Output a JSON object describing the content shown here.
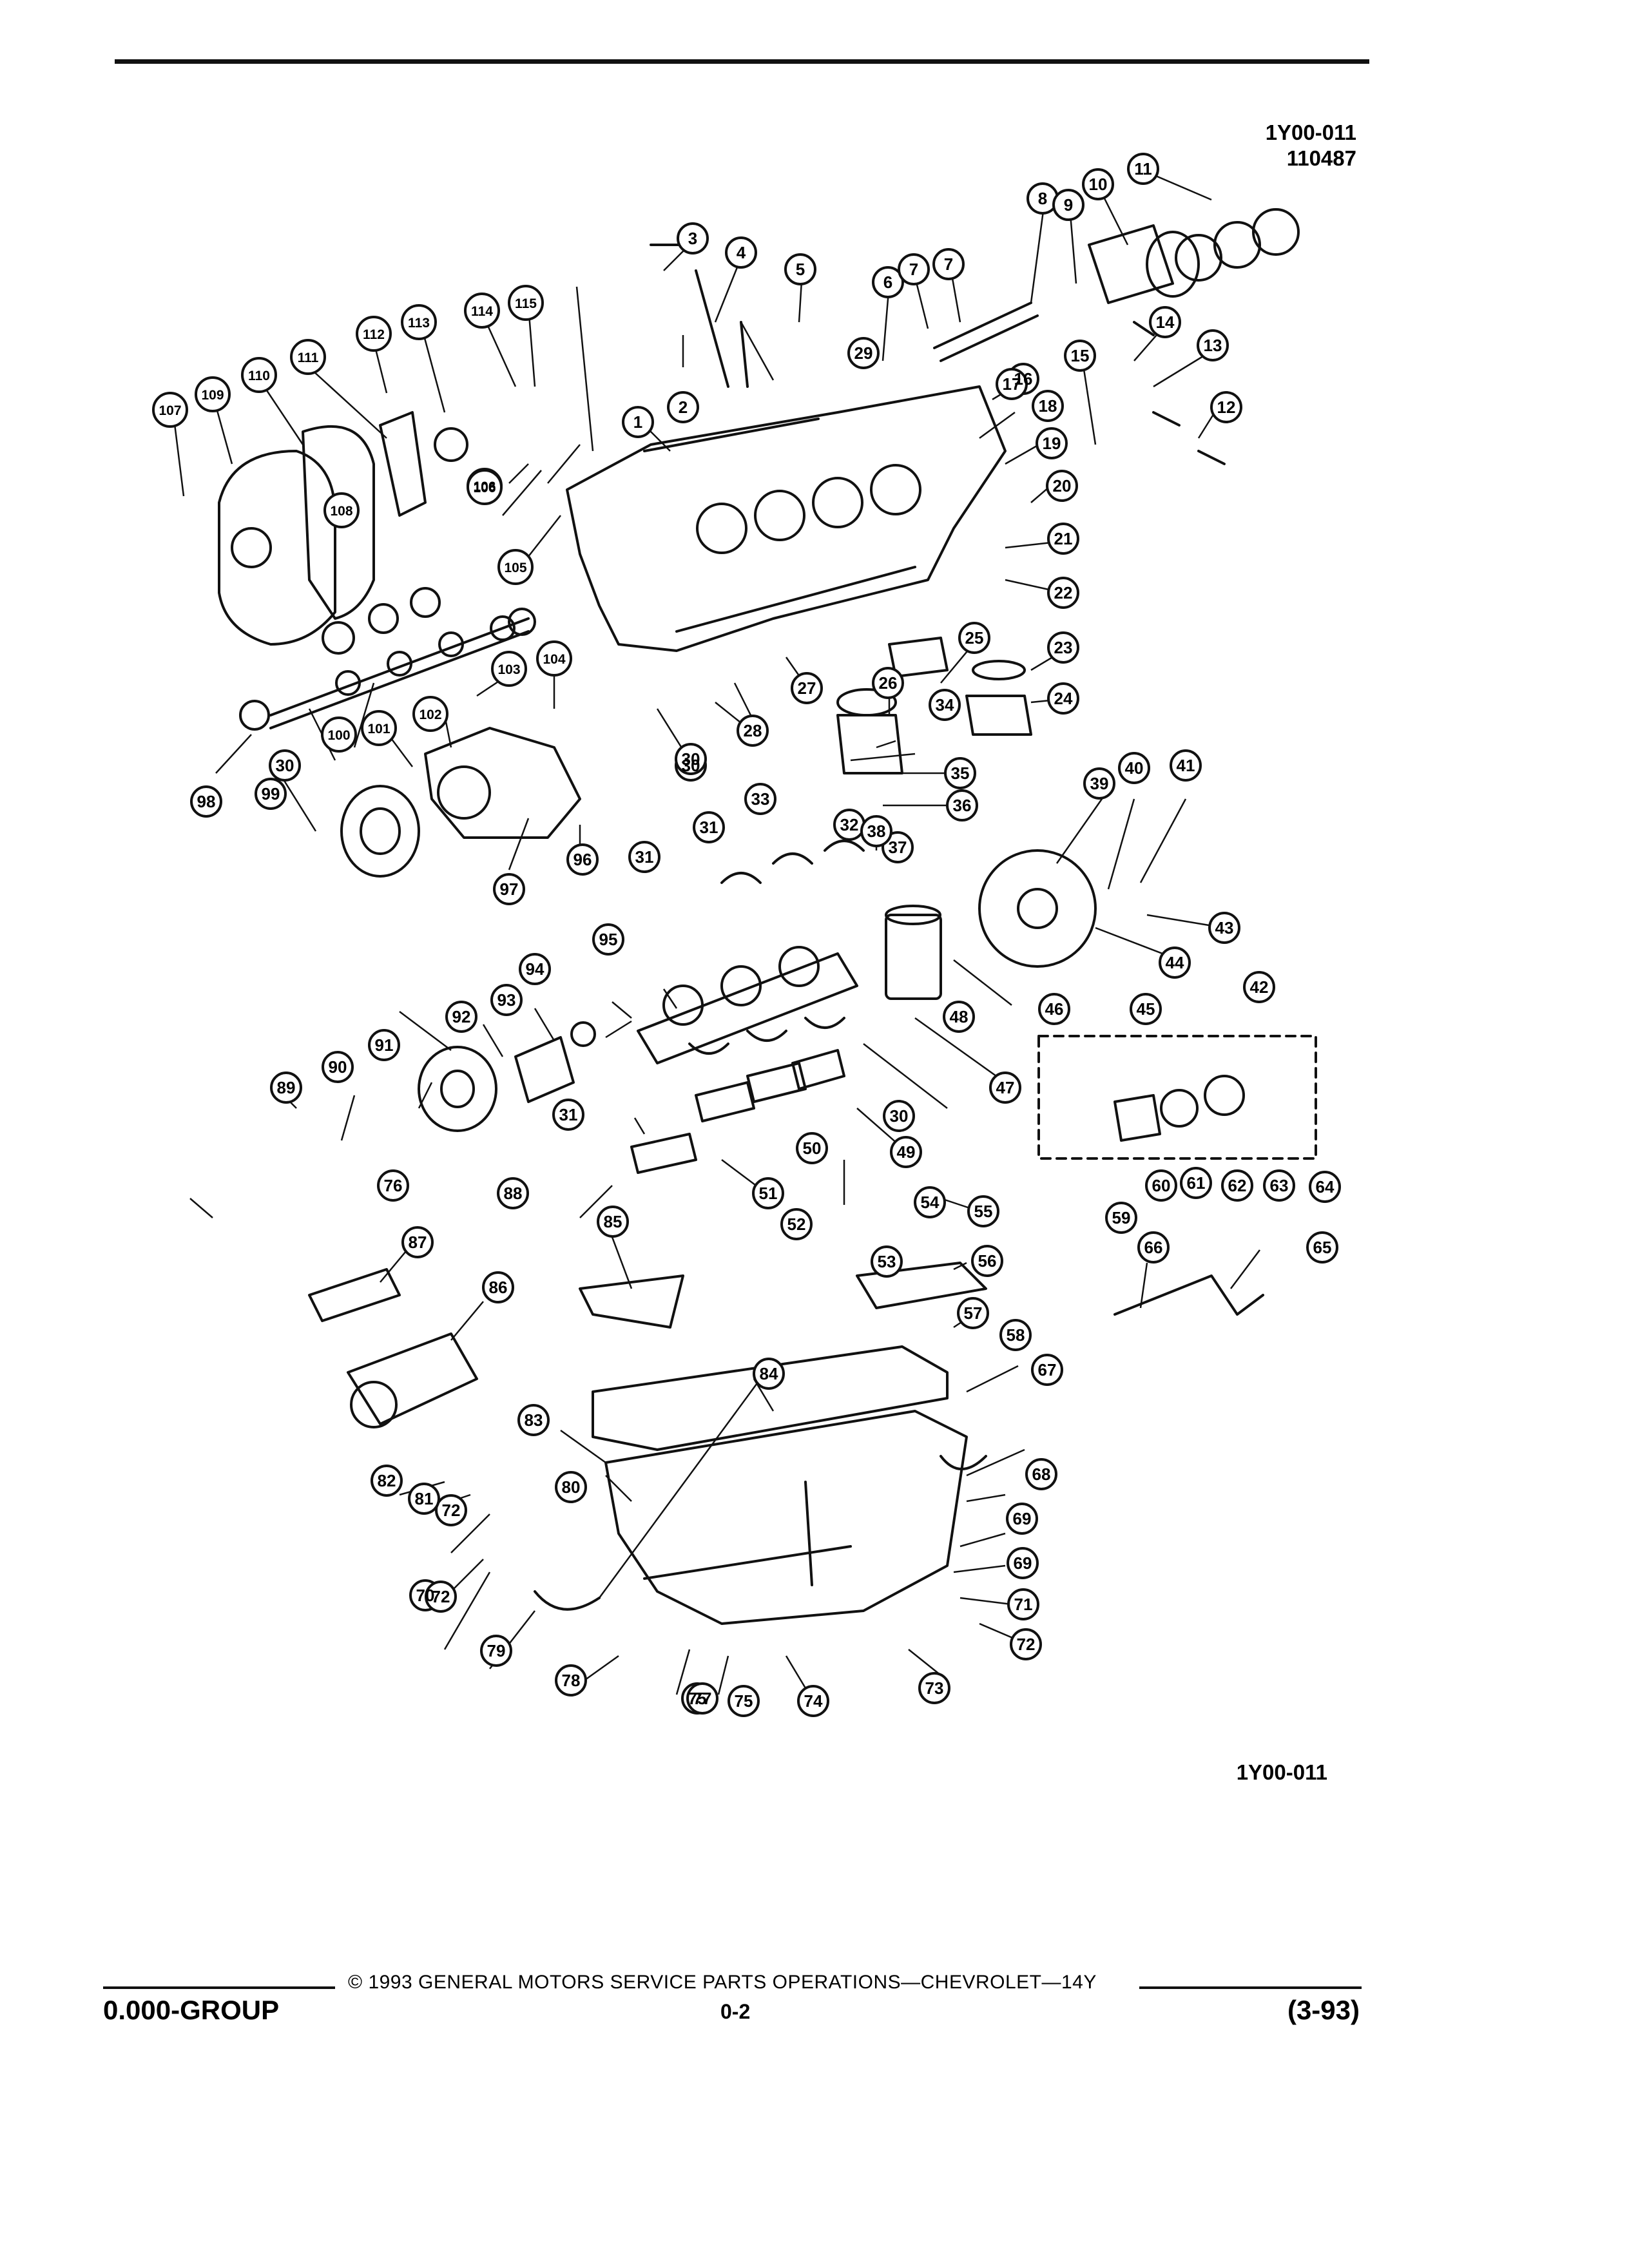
{
  "header": {
    "code": "1Y00-011",
    "number": "110487"
  },
  "diagram": {
    "callouts": [
      "1",
      "2",
      "3",
      "4",
      "5",
      "6",
      "7",
      "7",
      "8",
      "9",
      "10",
      "11",
      "12",
      "13",
      "14",
      "15",
      "16",
      "17",
      "18",
      "19",
      "20",
      "21",
      "22",
      "23",
      "24",
      "25",
      "26",
      "27",
      "28",
      "29",
      "30",
      "30",
      "30",
      "30",
      "31",
      "31",
      "31",
      "32",
      "33",
      "34",
      "35",
      "36",
      "37",
      "38",
      "39",
      "40",
      "41",
      "42",
      "43",
      "44",
      "45",
      "46",
      "47",
      "48",
      "49",
      "50",
      "51",
      "52",
      "53",
      "54",
      "55",
      "56",
      "57",
      "58",
      "59",
      "60",
      "61",
      "62",
      "63",
      "64",
      "65",
      "66",
      "67",
      "68",
      "69",
      "69",
      "70",
      "71",
      "72",
      "72",
      "72",
      "73",
      "74",
      "75",
      "75",
      "76",
      "77",
      "78",
      "79",
      "80",
      "81",
      "82",
      "83",
      "84",
      "85",
      "86",
      "87",
      "88",
      "89",
      "90",
      "91",
      "92",
      "93",
      "94",
      "95",
      "96",
      "97",
      "98",
      "99",
      "100",
      "101",
      "102",
      "103",
      "104",
      "105",
      "106",
      "106",
      "107",
      "108",
      "109",
      "110",
      "111",
      "112",
      "113",
      "114",
      "115"
    ],
    "footer_code": "1Y00-011"
  },
  "footer": {
    "copyright": "© 1993 GENERAL MOTORS SERVICE PARTS OPERATIONS—CHEVROLET—14Y",
    "group": "0.000-GROUP",
    "page": "0-2",
    "revision": "(3-93)"
  }
}
